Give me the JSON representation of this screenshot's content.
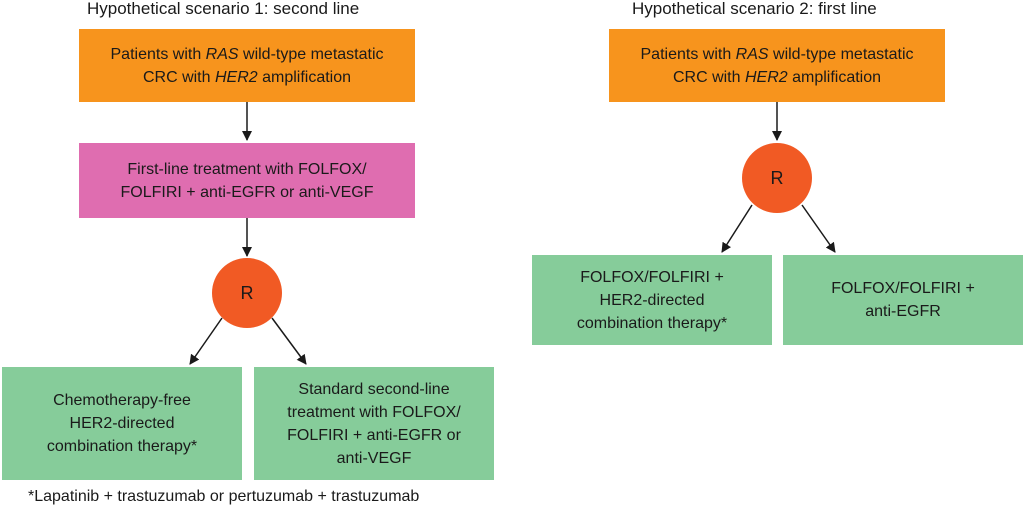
{
  "scenario1": {
    "title": "Hypothetical scenario 1: second line",
    "patients_box": {
      "line1_pre": "Patients with ",
      "line1_em": "RAS",
      "line1_post": " wild-type metastatic",
      "line2_pre": "CRC with ",
      "line2_em": "HER2",
      "line2_post": " amplification"
    },
    "first_line_box": {
      "line1": "First-line treatment with FOLFOX/",
      "line2": "FOLFIRI + anti-EGFR or anti-VEGF"
    },
    "randomization": "R",
    "arm_left": {
      "line1": "Chemotherapy-free",
      "line2": "HER2-directed",
      "line3": "combination therapy*"
    },
    "arm_right": {
      "line1": "Standard second-line",
      "line2": "treatment with FOLFOX/",
      "line3": "FOLFIRI + anti-EGFR or",
      "line4": "anti-VEGF"
    }
  },
  "scenario2": {
    "title": "Hypothetical scenario 2: first line",
    "patients_box": {
      "line1_pre": "Patients with ",
      "line1_em": "RAS",
      "line1_post": " wild-type metastatic",
      "line2_pre": "CRC with ",
      "line2_em": "HER2",
      "line2_post": " amplification"
    },
    "randomization": "R",
    "arm_left": {
      "line1": "FOLFOX/FOLFIRI +",
      "line2": "HER2-directed",
      "line3": "combination therapy*"
    },
    "arm_right": {
      "line1": "FOLFOX/FOLFIRI +",
      "line2": "anti-EGFR"
    }
  },
  "footnote": "*Lapatinib + trastuzumab or pertuzumab + trastuzumab",
  "colors": {
    "patients_box": "#f7941d",
    "first_line_box": "#df6db0",
    "arm_box": "#86cc9a",
    "randomization_circle": "#f15a24",
    "arrow": "#1a1a1a"
  }
}
